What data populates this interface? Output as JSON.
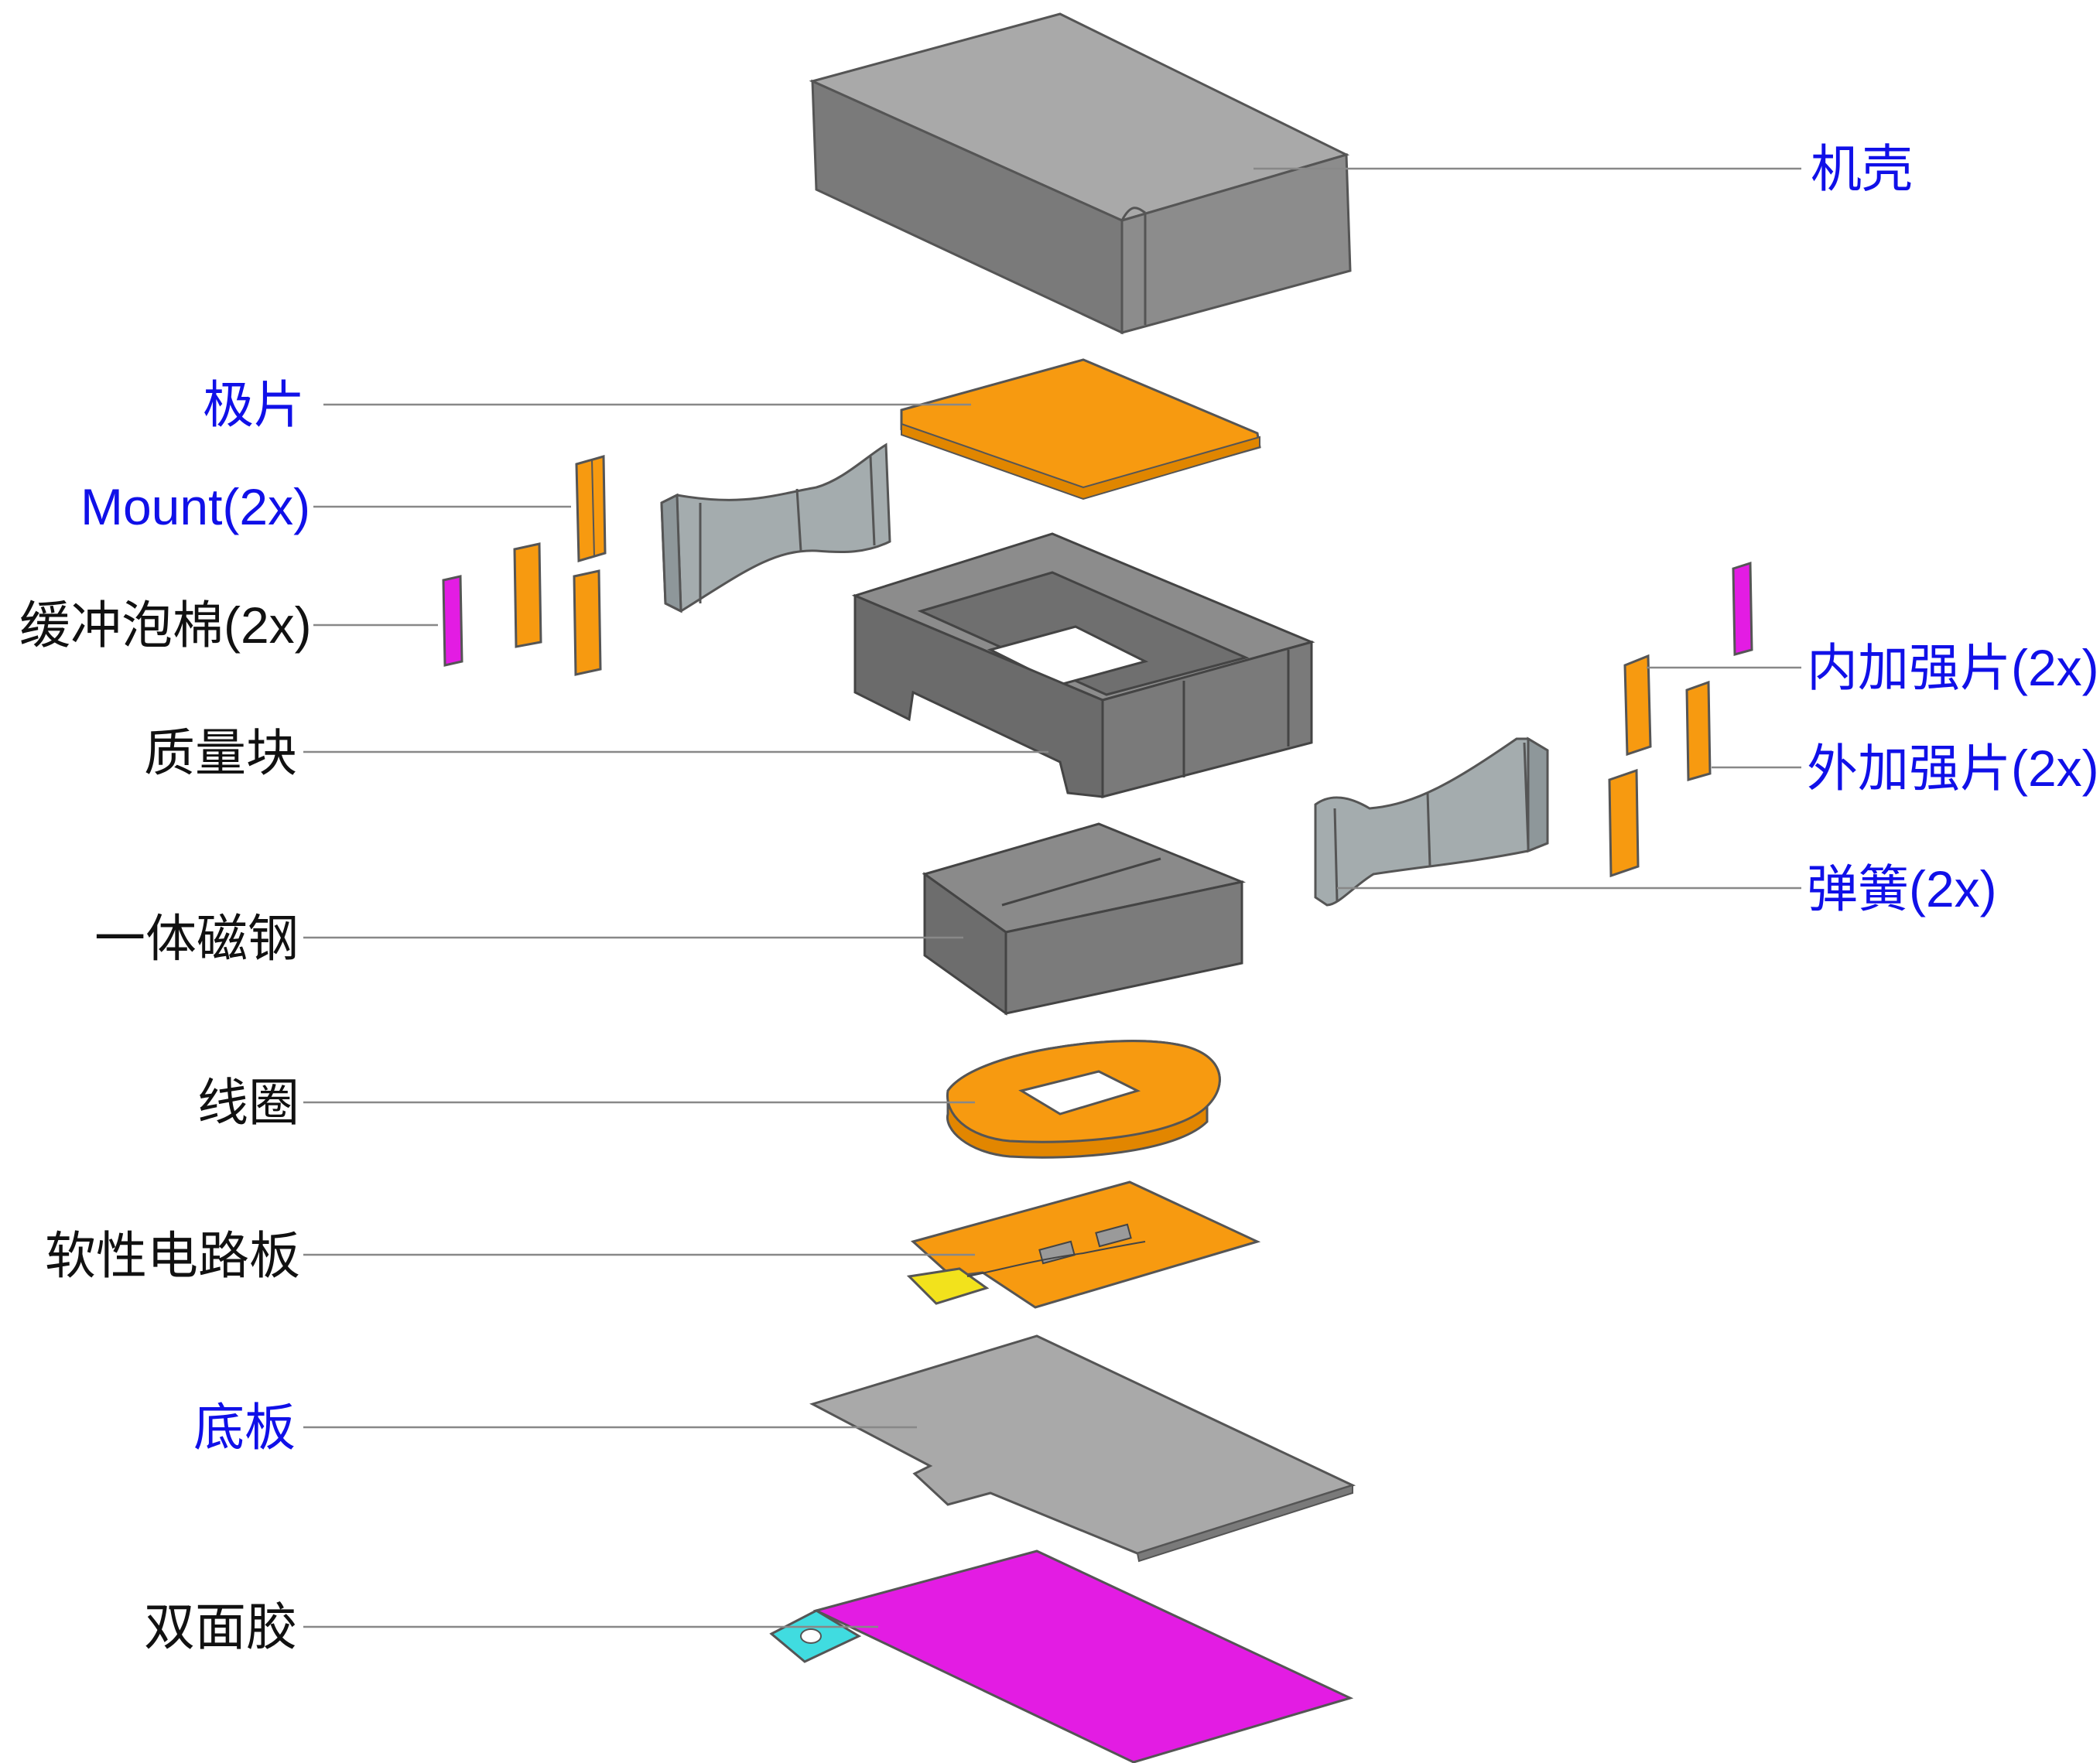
{
  "colors": {
    "label_black": "#111111",
    "label_blue": "#1010e8",
    "leader": "#888888",
    "metal_top": "#a8a8a8",
    "metal_side": "#7e7e7e",
    "metal_dark": "#666666",
    "spring": "#a4acae",
    "orange": "#f79a10",
    "orange_dark": "#e38a00",
    "magenta": "#e31ce3",
    "cyan": "#40dce0",
    "yellow": "#f6e21c"
  },
  "labels": {
    "housing": "机壳",
    "pole_piece": "极片",
    "mount": "Mount(2x)",
    "foam": "缓冲泡棉(2x)",
    "mass": "质量块",
    "magnet": "一体磁钢",
    "coil": "线圈",
    "fpc": "软性电路板",
    "base": "底板",
    "tape": "双面胶",
    "inner_stiffener": "内加强片(2x)",
    "outer_stiffener": "外加强片(2x)",
    "spring": "弹簧(2x)"
  }
}
